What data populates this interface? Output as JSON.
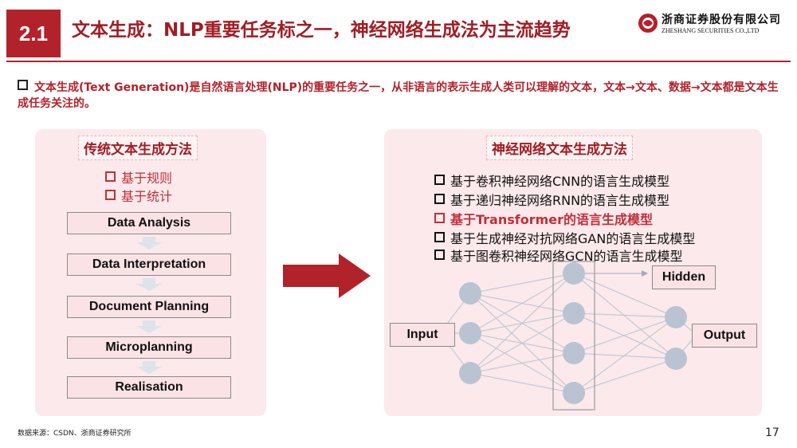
{
  "header": {
    "section_number": "2.1",
    "title": "文本生成：NLP重要任务标之一，神经网络生成法为主流趋势",
    "logo_cn": "浙商证券股份有限公司",
    "logo_en": "ZHESHANG SECURITIES CO.,LTD"
  },
  "intro": {
    "text": "文本生成(Text Generation)是自然语言处理(NLP)的重要任务之一，从非语言的表示生成人类可以理解的文本，文本→文本、数据→文本都是文本生成任务关注的。"
  },
  "left_panel": {
    "title": "传统文本生成方法",
    "bullets": [
      "基于规则",
      "基于统计"
    ],
    "steps": [
      "Data Analysis",
      "Data Interpretation",
      "Document Planning",
      "Microplanning",
      "Realisation"
    ]
  },
  "right_panel": {
    "title": "神经网络文本生成方法",
    "items": [
      {
        "label": "基于卷积神经网络CNN的语言生成模型",
        "highlight": false
      },
      {
        "label": "基于递归神经网络RNN的语言生成模型",
        "highlight": false
      },
      {
        "label": "基于Transformer的语言生成模型",
        "highlight": true
      },
      {
        "label": "基于生成神经对抗网络GAN的语言生成模型",
        "highlight": false
      },
      {
        "label": "基于图卷积神经网络GCN的语言生成模型",
        "highlight": false
      }
    ],
    "nn_labels": {
      "input": "Input",
      "hidden": "Hidden",
      "output": "Output"
    }
  },
  "footer": {
    "source": "数据来源：CSDN、浙商证券研究所",
    "page_number": "17"
  },
  "colors": {
    "brand_red": "#b2222a",
    "panel_bg": "#fbe9eb",
    "node_fill": "#b9c3d1",
    "arrow_light": "#dde3ea"
  }
}
